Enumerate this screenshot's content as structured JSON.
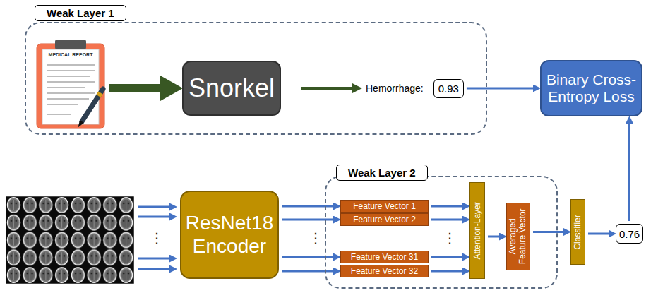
{
  "diagram": {
    "nodes": [
      {
        "text": [
          "Weak Layer 1"
        ]
      },
      {
        "text": [
          "MEDICAL REPORT"
        ],
        "in": 0
      },
      {
        "text": [
          "Snorkel"
        ],
        "in": 0
      },
      {
        "text": [
          "Hemorrhage:",
          "0.93"
        ],
        "in": 0
      },
      {
        "text": [
          "Binary Cross-Entropy Loss"
        ]
      },
      {
        "text": [
          "ResNet18 Encoder"
        ]
      },
      {
        "text": [
          "Weak Layer 2"
        ]
      },
      {
        "text": [
          "Feature Vector 1"
        ],
        "in": 6
      },
      {
        "text": [
          "Feature Vector 2"
        ],
        "in": 6
      },
      {
        "text": [
          "Feature Vector 31"
        ],
        "in": 6
      },
      {
        "text": [
          "Feature Vector 32"
        ],
        "in": 6
      },
      {
        "text": [
          "Attention-Layer"
        ],
        "in": 6
      },
      {
        "text": [
          "Averaged Feature Vector"
        ],
        "in": 6
      },
      {
        "text": [
          "Classifier"
        ]
      },
      {
        "text": [
          "0.76"
        ]
      }
    ],
    "edges": [
      {
        "from": 1,
        "to": 2,
        "arrow": "to"
      },
      {
        "from": 2,
        "to": 3,
        "arrow": "to"
      },
      {
        "from": 3,
        "to": 4,
        "arrow": "to"
      },
      {
        "from": 5,
        "to": 7,
        "arrow": "to"
      },
      {
        "from": 5,
        "to": 8,
        "arrow": "to"
      },
      {
        "from": 5,
        "to": 9,
        "arrow": "to"
      },
      {
        "from": 5,
        "to": 10,
        "arrow": "to"
      },
      {
        "from": 7,
        "to": 11,
        "arrow": "to"
      },
      {
        "from": 8,
        "to": 11,
        "arrow": "to"
      },
      {
        "from": 9,
        "to": 11,
        "arrow": "to"
      },
      {
        "from": 10,
        "to": 11,
        "arrow": "to"
      },
      {
        "from": 11,
        "to": 12,
        "arrow": "to"
      },
      {
        "from": 12,
        "to": 13,
        "arrow": "to"
      },
      {
        "from": 13,
        "to": 14,
        "arrow": "to"
      },
      {
        "from": 14,
        "to": 4,
        "arrow": "to"
      }
    ],
    "labels": [
      "⋮",
      "⋮",
      "⋮"
    ]
  }
}
